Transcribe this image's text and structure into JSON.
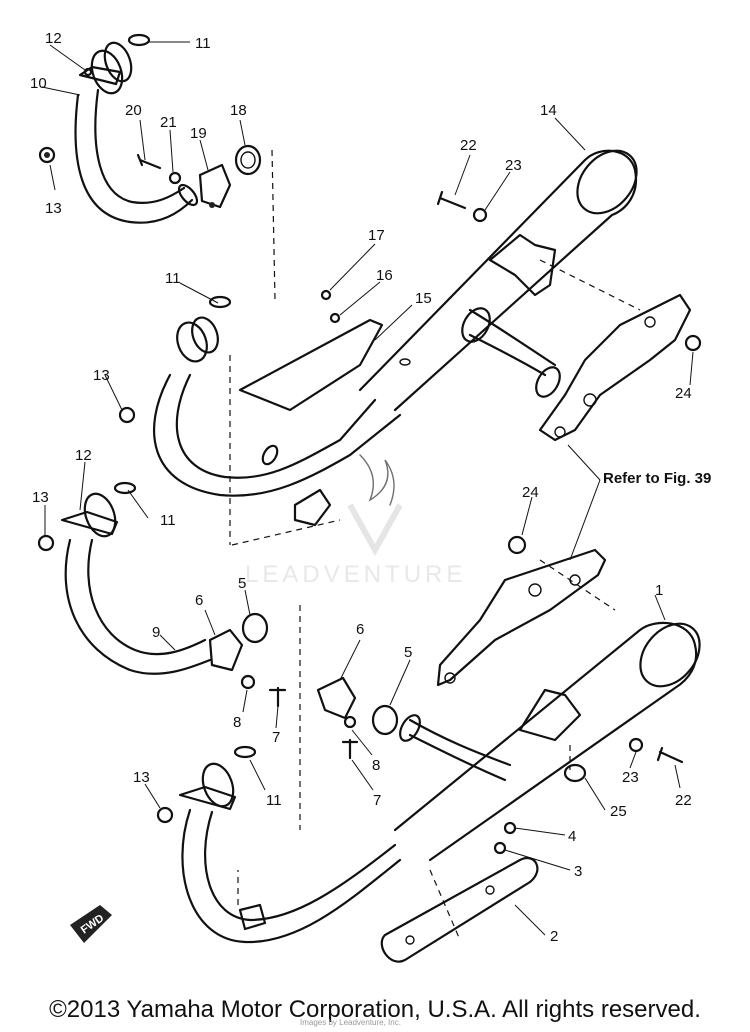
{
  "diagram": {
    "callouts": [
      {
        "id": "c-12a",
        "text": "12"
      },
      {
        "id": "c-11a",
        "text": "11"
      },
      {
        "id": "c-10",
        "text": "10"
      },
      {
        "id": "c-13a",
        "text": "13"
      },
      {
        "id": "c-20",
        "text": "20"
      },
      {
        "id": "c-21",
        "text": "21"
      },
      {
        "id": "c-19",
        "text": "19"
      },
      {
        "id": "c-18",
        "text": "18"
      },
      {
        "id": "c-14",
        "text": "14"
      },
      {
        "id": "c-22a",
        "text": "22"
      },
      {
        "id": "c-23a",
        "text": "23"
      },
      {
        "id": "c-17",
        "text": "17"
      },
      {
        "id": "c-16",
        "text": "16"
      },
      {
        "id": "c-15",
        "text": "15"
      },
      {
        "id": "c-11b",
        "text": "11"
      },
      {
        "id": "c-13b",
        "text": "13"
      },
      {
        "id": "c-24a",
        "text": "24"
      },
      {
        "id": "c-12b",
        "text": "12"
      },
      {
        "id": "c-13c",
        "text": "13"
      },
      {
        "id": "c-11c",
        "text": "11"
      },
      {
        "id": "c-24b",
        "text": "24"
      },
      {
        "id": "c-1",
        "text": "1"
      },
      {
        "id": "c-6a",
        "text": "6"
      },
      {
        "id": "c-5a",
        "text": "5"
      },
      {
        "id": "c-9",
        "text": "9"
      },
      {
        "id": "c-8a",
        "text": "8"
      },
      {
        "id": "c-7a",
        "text": "7"
      },
      {
        "id": "c-6b",
        "text": "6"
      },
      {
        "id": "c-5b",
        "text": "5"
      },
      {
        "id": "c-8b",
        "text": "8"
      },
      {
        "id": "c-7b",
        "text": "7"
      },
      {
        "id": "c-13d",
        "text": "13"
      },
      {
        "id": "c-11d",
        "text": "11"
      },
      {
        "id": "c-23b",
        "text": "23"
      },
      {
        "id": "c-22b",
        "text": "22"
      },
      {
        "id": "c-25",
        "text": "25"
      },
      {
        "id": "c-4",
        "text": "4"
      },
      {
        "id": "c-3",
        "text": "3"
      },
      {
        "id": "c-2",
        "text": "2"
      }
    ],
    "refer_text": "Refer to Fig. 39",
    "fwd_label": "FWD",
    "watermark": "LEADVENTURE"
  },
  "footer": {
    "copyright": "©2013 Yamaha Motor Corporation, U.S.A. All rights reserved.",
    "small_watermark": "Images by Leadventure, Inc."
  }
}
